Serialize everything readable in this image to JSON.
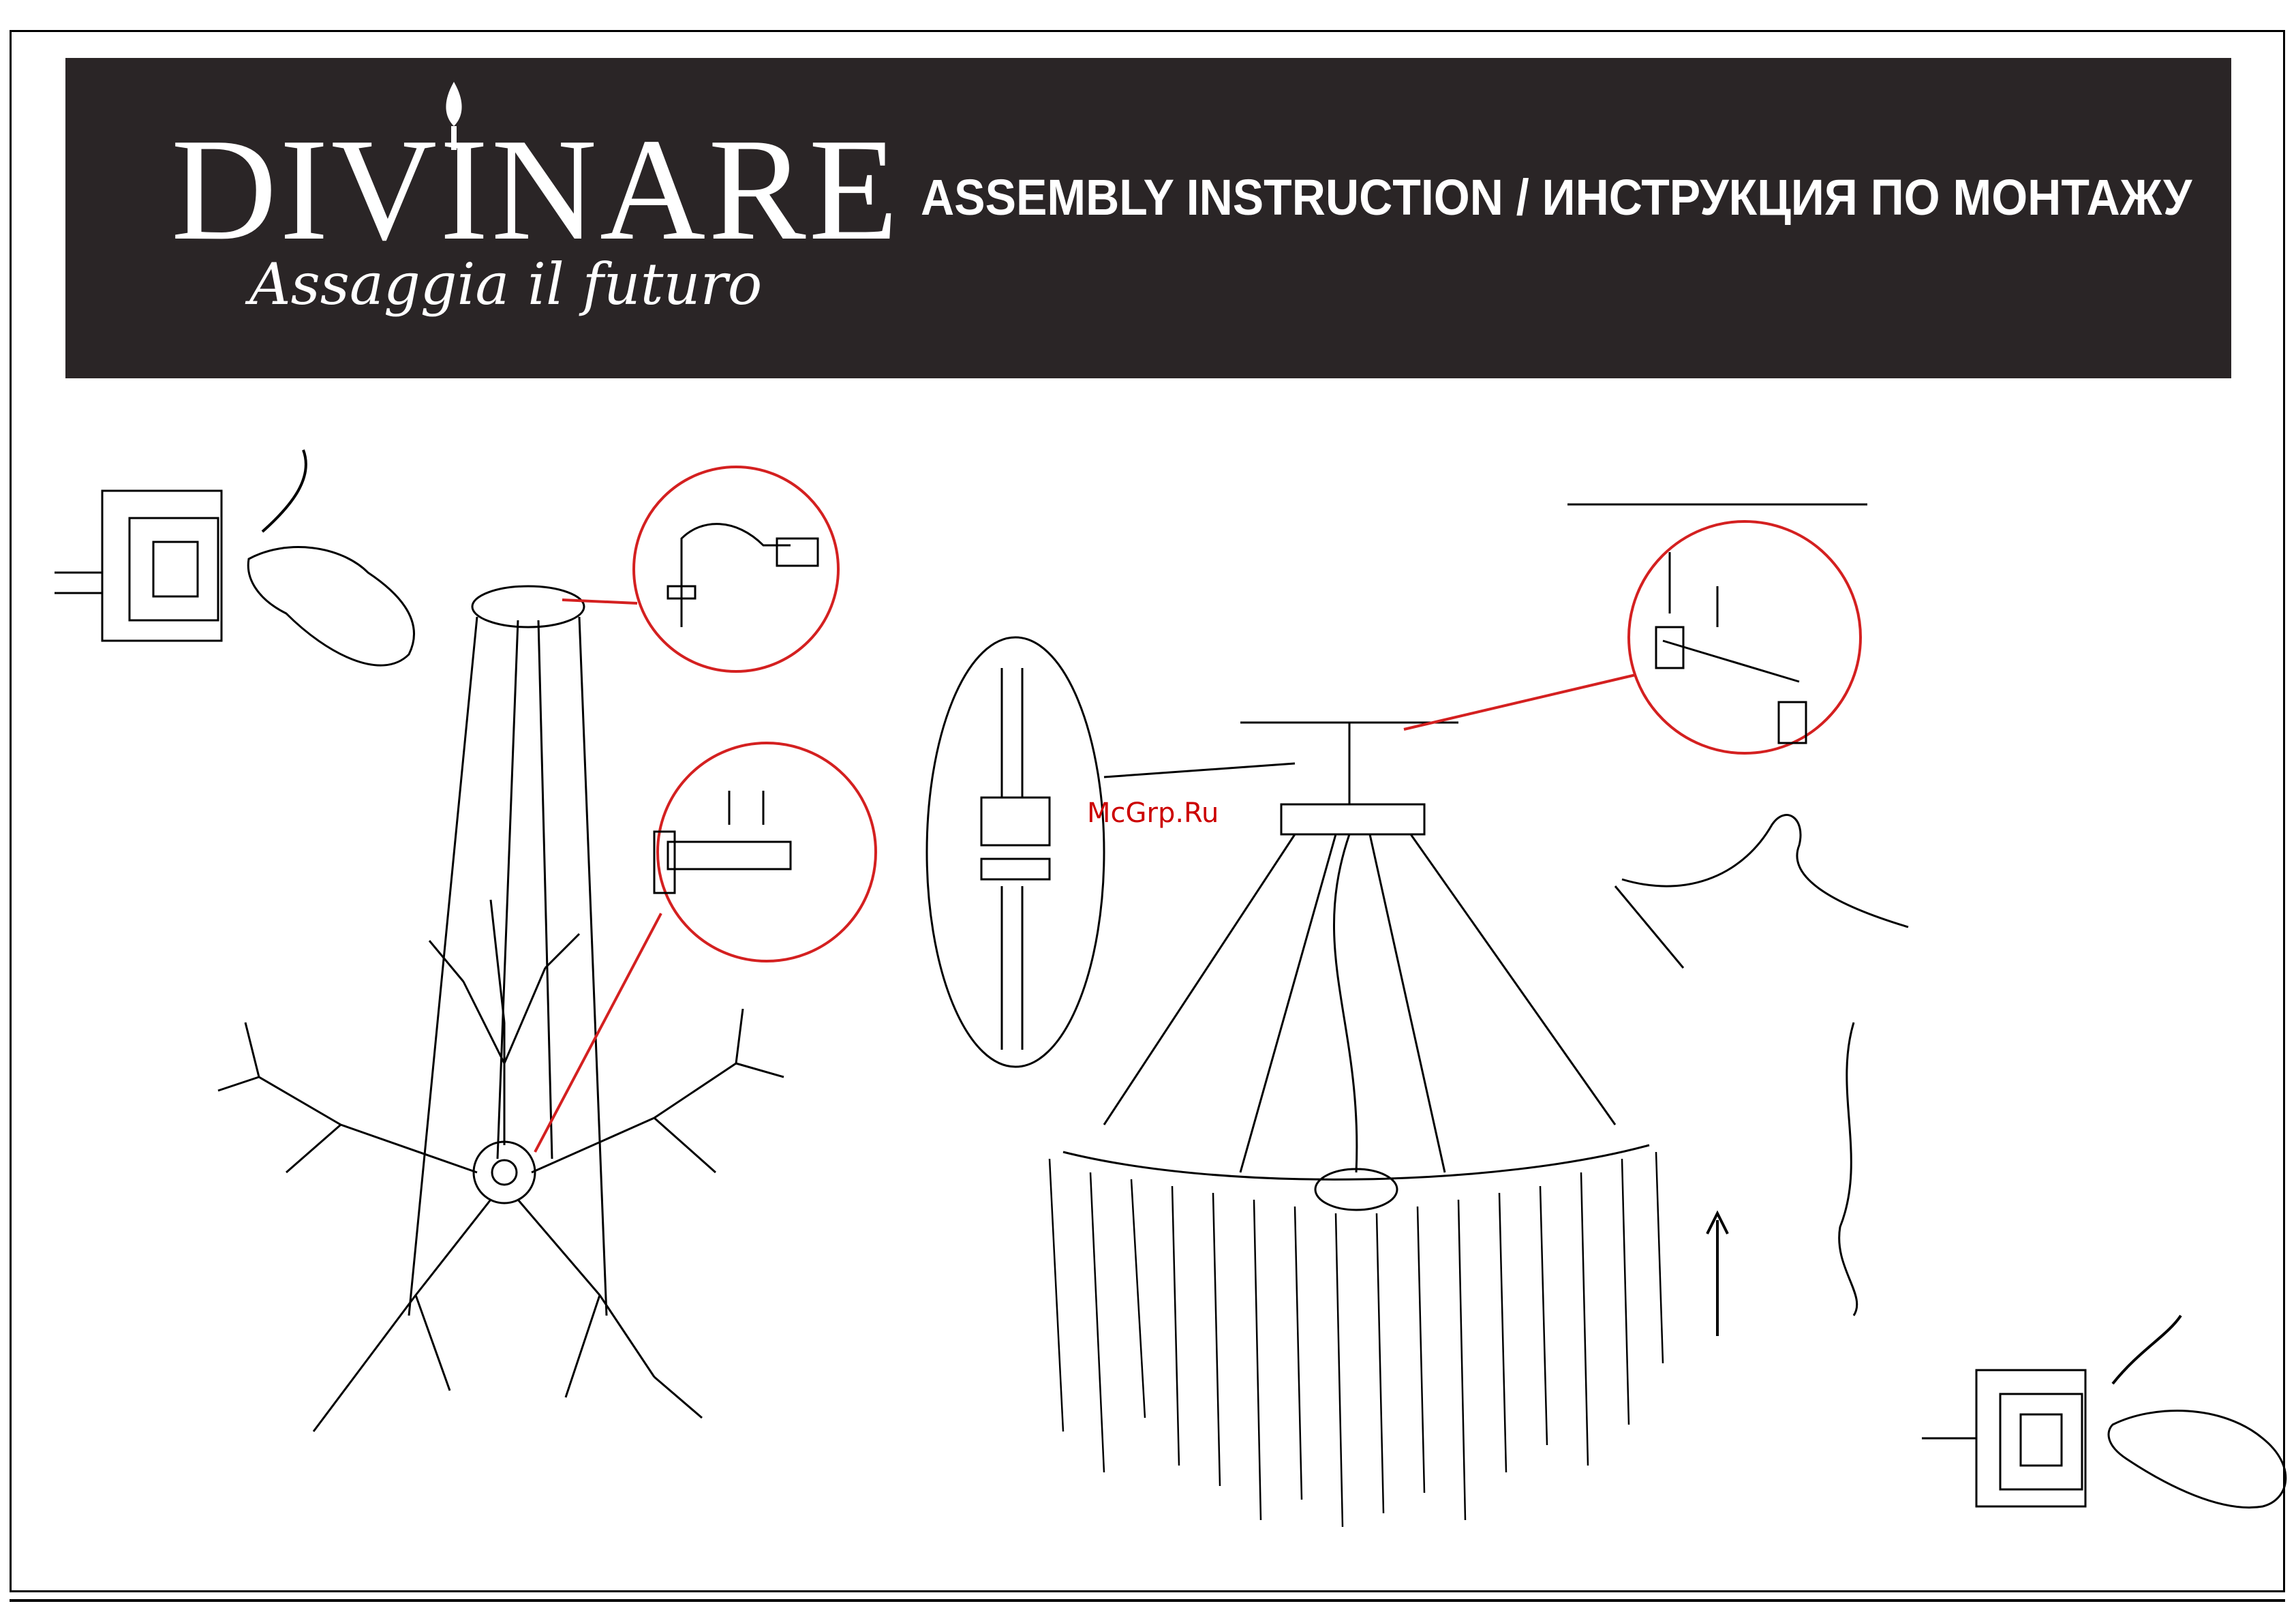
{
  "header": {
    "brand_name": "DIVINARE",
    "brand_tagline": "Assaggia il futuro",
    "title": "ASSEMBLY INSTRUCTION / ИНСТРУКЦИЯ ПО МОНТАЖУ"
  },
  "watermark": "McGrp.Ru",
  "colors": {
    "header_bg": "#2a2526",
    "header_text": "#ffffff",
    "detail_circle": "#d42020",
    "line_art": "#000000"
  },
  "icons": [
    "switch-off-icon",
    "ceiling-canopy-detail-icon",
    "screw-detail-icon",
    "wire-connector-icon",
    "mounting-bracket-icon",
    "branch-arm-icon",
    "crystal-strand-icon",
    "switch-on-icon",
    "upward-arrow-icon"
  ]
}
